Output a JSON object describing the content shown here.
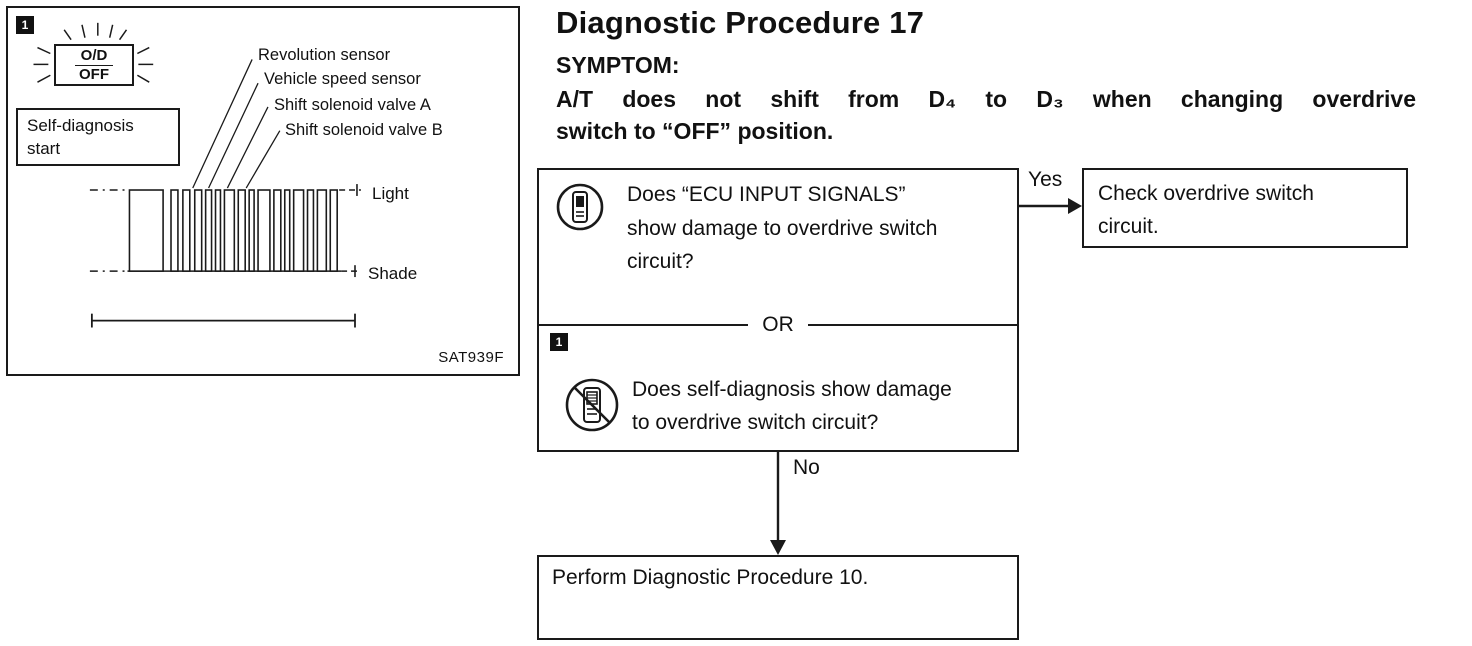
{
  "figure": {
    "marker_label": "1",
    "od_off_line1": "O/D",
    "od_off_line2": "OFF",
    "self_diagnosis_line1": "Self-diagnosis",
    "self_diagnosis_line2": "start",
    "label_revolution": "Revolution sensor",
    "label_vehicle_speed": "Vehicle speed sensor",
    "label_solenoid_a": "Shift solenoid valve A",
    "label_solenoid_b": "Shift solenoid valve B",
    "label_light": "Light",
    "label_shade": "Shade",
    "code": "SAT939F"
  },
  "header": {
    "title": "Diagnostic Procedure 17",
    "symptom_label": "SYMPTOM:",
    "symptom_line1": "A/T does not shift from D₄ to D₃ when changing overdrive",
    "symptom_line2": "switch to “OFF” position."
  },
  "flowchart": {
    "marker_label": "1",
    "question1": "Does “ECU INPUT SIGNALS”\nshow damage to overdrive switch\ncircuit?",
    "or_label": "OR",
    "question2": "Does self-diagnosis show damage\nto overdrive switch circuit?",
    "yes_label": "Yes",
    "no_label": "No",
    "yes_result": "Check overdrive switch\ncircuit.",
    "no_result": "Perform Diagnostic Procedure 10."
  }
}
